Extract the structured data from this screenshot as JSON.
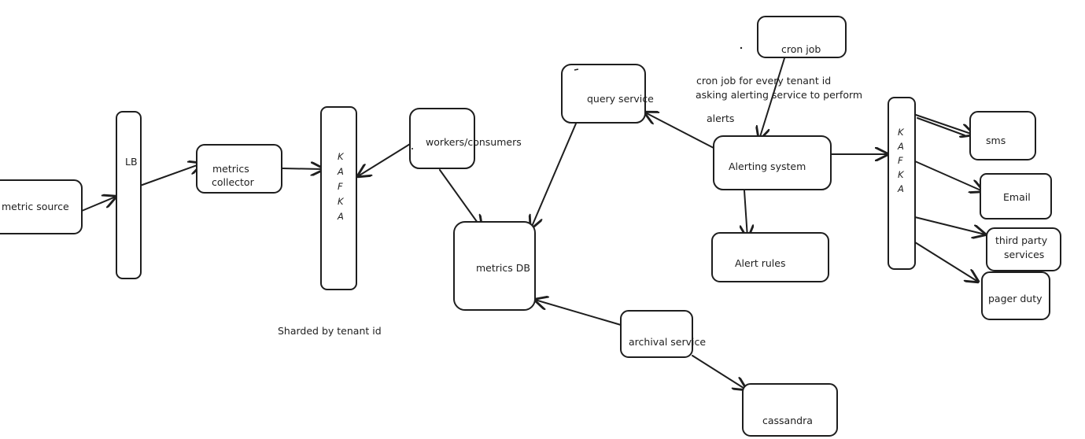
{
  "nodes": {
    "metric_source": "metric source",
    "lb": "LB",
    "metrics_collector": [
      "metrics",
      "collector"
    ],
    "kafka_left": [
      "K",
      "A",
      "F",
      "K",
      "A"
    ],
    "workers": "workers/consumers",
    "metrics_db": "metrics DB",
    "query_service": "query service",
    "archival_service": "archival service",
    "cassandra": "cassandra",
    "cron_job": "cron job",
    "alerting_system": "Alerting system",
    "alert_rules": "Alert rules",
    "kafka_right": [
      "K",
      "A",
      "F",
      "K",
      "A"
    ],
    "sms": "sms",
    "email": "Email",
    "third_party": [
      "third party",
      "services"
    ],
    "pager_duty": "pager duty"
  },
  "notes": {
    "sharded": "Sharded by tenant id",
    "cron_note": [
      "cron job for every tenant id",
      "asking alerting service to perform",
      "alerts"
    ]
  }
}
